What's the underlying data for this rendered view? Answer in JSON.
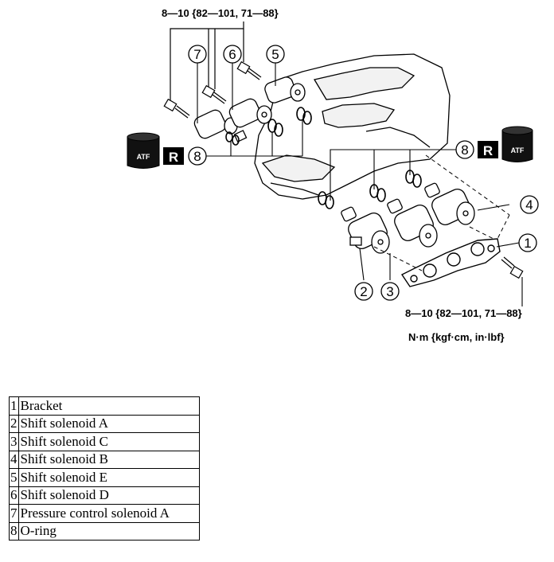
{
  "torque_spec": "8—10 {82—101, 71—88}",
  "units": "N·m {kgf·cm, in·lbf}",
  "badges": {
    "atf": "ATF",
    "reuse": "R"
  },
  "callouts": [
    "1",
    "2",
    "3",
    "4",
    "5",
    "6",
    "7",
    "8"
  ],
  "legend": [
    {
      "num": "1",
      "label": "Bracket"
    },
    {
      "num": "2",
      "label": "Shift solenoid A"
    },
    {
      "num": "3",
      "label": "Shift solenoid C"
    },
    {
      "num": "4",
      "label": "Shift solenoid B"
    },
    {
      "num": "5",
      "label": "Shift solenoid E"
    },
    {
      "num": "6",
      "label": "Shift solenoid D"
    },
    {
      "num": "7",
      "label": "Pressure control solenoid A"
    },
    {
      "num": "8",
      "label": "O-ring"
    }
  ]
}
